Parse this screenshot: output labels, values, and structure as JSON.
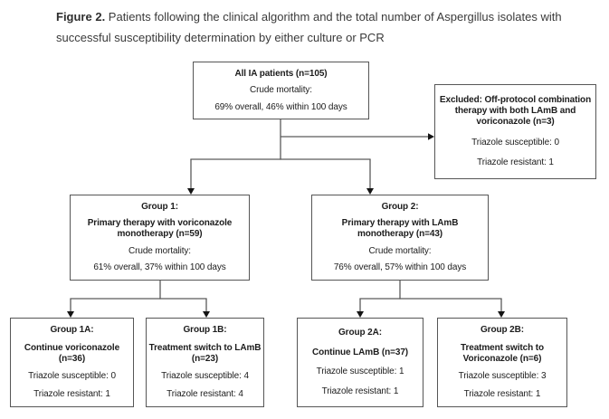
{
  "caption": {
    "label": "Figure 2.",
    "text": " Patients following the clinical algorithm and the total number of Aspergillus isolates with successful susceptibility determination by either culture or PCR"
  },
  "colors": {
    "background": "#ffffff",
    "box_border": "#565656",
    "connector": "#5a5a5a",
    "arrowhead": "#141414",
    "text": "#1c1c1c",
    "caption_text": "#3a3a3a"
  },
  "boxes": {
    "all_ia": {
      "title_lines": [
        "All IA patients (n=105)"
      ],
      "body": [
        "Crude mortality:",
        "69% overall, 46% within 100 days"
      ]
    },
    "excluded": {
      "title_lines": [
        "Excluded: Off-protocol combination",
        "therapy with both LAmB and",
        "voriconazole (n=3)"
      ],
      "body": [
        "Triazole susceptible: 0",
        "Triazole resistant: 1"
      ]
    },
    "group1": {
      "title_lines": [
        "Group 1:"
      ],
      "subtitle_lines": [
        "Primary therapy with voriconazole",
        "monotherapy (n=59)"
      ],
      "body": [
        "Crude mortality:",
        "61% overall, 37% within 100 days"
      ]
    },
    "group2": {
      "title_lines": [
        "Group 2:"
      ],
      "subtitle_lines": [
        "Primary therapy with LAmB",
        "monotherapy (n=43)"
      ],
      "body": [
        "Crude mortality:",
        "76% overall, 57% within 100 days"
      ]
    },
    "group1a": {
      "title_lines": [
        "Group 1A:"
      ],
      "subtitle_lines": [
        "Continue voriconazole",
        "(n=36)"
      ],
      "body": [
        "Triazole susceptible: 0",
        "Triazole resistant: 1"
      ]
    },
    "group1b": {
      "title_lines": [
        "Group 1B:"
      ],
      "subtitle_lines": [
        "Treatment switch to LAmB",
        "(n=23)"
      ],
      "body": [
        "Triazole susceptible: 4",
        "Triazole resistant: 4"
      ]
    },
    "group2a": {
      "title_lines": [
        "Group 2A:"
      ],
      "subtitle_lines": [
        "Continue LAmB (n=37)"
      ],
      "body": [
        "Triazole susceptible: 1",
        "Triazole resistant: 1"
      ]
    },
    "group2b": {
      "title_lines": [
        "Group 2B:"
      ],
      "subtitle_lines": [
        "Treatment switch to",
        "Voriconazole (n=6)"
      ],
      "body": [
        "Triazole susceptible: 3",
        "Triazole resistant: 1"
      ]
    }
  },
  "diagram": {
    "edges": [
      {
        "from": "all_ia",
        "to": "excluded"
      },
      {
        "from": "all_ia",
        "to": "group1"
      },
      {
        "from": "all_ia",
        "to": "group2"
      },
      {
        "from": "group1",
        "to": "group1a"
      },
      {
        "from": "group1",
        "to": "group1b"
      },
      {
        "from": "group2",
        "to": "group2a"
      },
      {
        "from": "group2",
        "to": "group2b"
      }
    ]
  }
}
